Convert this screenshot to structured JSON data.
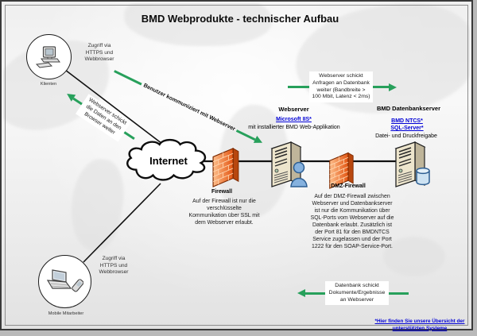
{
  "title": "BMD Webprodukte - technischer Aufbau",
  "colors": {
    "arrow_green": "#27a05b",
    "link_blue": "#0000d6",
    "firewall_orange": "#e35613"
  },
  "clients": {
    "label": "Klienten",
    "access_note": "Zugriff via HTTPS und Webbrowser"
  },
  "mobile": {
    "label": "Mobile Mitarbeiter",
    "access_note": "Zugriff via HTTPS und Webbrowser"
  },
  "internet": {
    "label": "Internet"
  },
  "firewall": {
    "label": "Firewall",
    "note": "Auf der Firewall ist nur die verschlüsselte Kommunikation über SSL mit dem Webserver erlaubt."
  },
  "webserver": {
    "label": "Webserver",
    "link": "Microsoft IIS*",
    "subtitle": "mit installierter BMD Web-Applikation"
  },
  "dmz_firewall": {
    "label": "DMZ-Firewall",
    "note": "Auf der DMZ-Firewall zwischen Webserver und Datenbankserver ist nur die Kommunikation über SQL-Ports vom Webserver auf die Datenbank erlaubt. Zusätzlich ist der Port 81 für den BMDNTCS Service zugelassen und der Port 1222 für den SOAP-Service-Port."
  },
  "database_server": {
    "label": "BMD Datenbankserver",
    "link_ntcs": "BMD NTCS*",
    "link_sql": "SQL-Server*",
    "subtitle": "Datei- und Druckfreigabe"
  },
  "flows": {
    "user_to_web": "Benutzer kommuniziert mit Webserver",
    "web_to_browser": "Webserver schickt die Daten an den Browser weiter",
    "web_to_db": "Webserver schickt Anfragen an Datenbank weiter (Bandbreite > 100 Mbit, Latenz < 2ms)",
    "db_to_web": "Datenbank schickt Dokumente/Ergebnisse an Webserver"
  },
  "footer": {
    "link": "*Hier finden Sie unsere Übersicht der unterstützten Systeme"
  }
}
